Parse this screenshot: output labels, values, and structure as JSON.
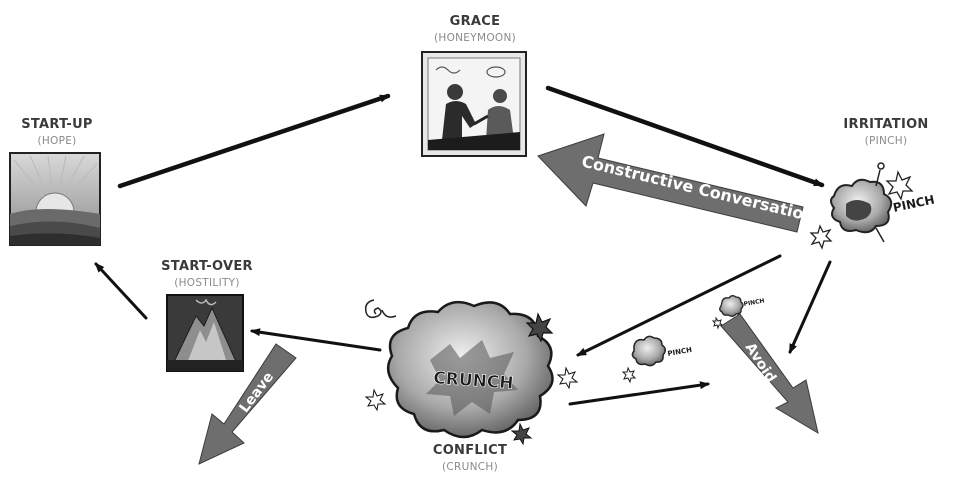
{
  "nodes": {
    "grace": {
      "title": "GRACE",
      "subtitle": "(HONEYMOON)"
    },
    "startup": {
      "title": "START-UP",
      "subtitle": "(HOPE)"
    },
    "irritation": {
      "title": "IRRITATION",
      "subtitle": "(PINCH)"
    },
    "startover": {
      "title": "START-OVER",
      "subtitle": "(HOSTILITY)"
    },
    "conflict": {
      "title": "CONFLICT",
      "subtitle": "(CRUNCH)"
    }
  },
  "arrows": {
    "constructive": "Constructive Conversation",
    "leave": "Leave",
    "avoid": "Avoid"
  },
  "bursts": {
    "crunch": "CRUNCH",
    "pinch_main": "PINCH",
    "pinch_small_1": "PINCH",
    "pinch_small_2": "PINCH"
  },
  "colors": {
    "big_arrow": "#6e6e6e",
    "line": "#111111",
    "title": "#3a3a3a",
    "subtitle": "#8a8a8a"
  }
}
